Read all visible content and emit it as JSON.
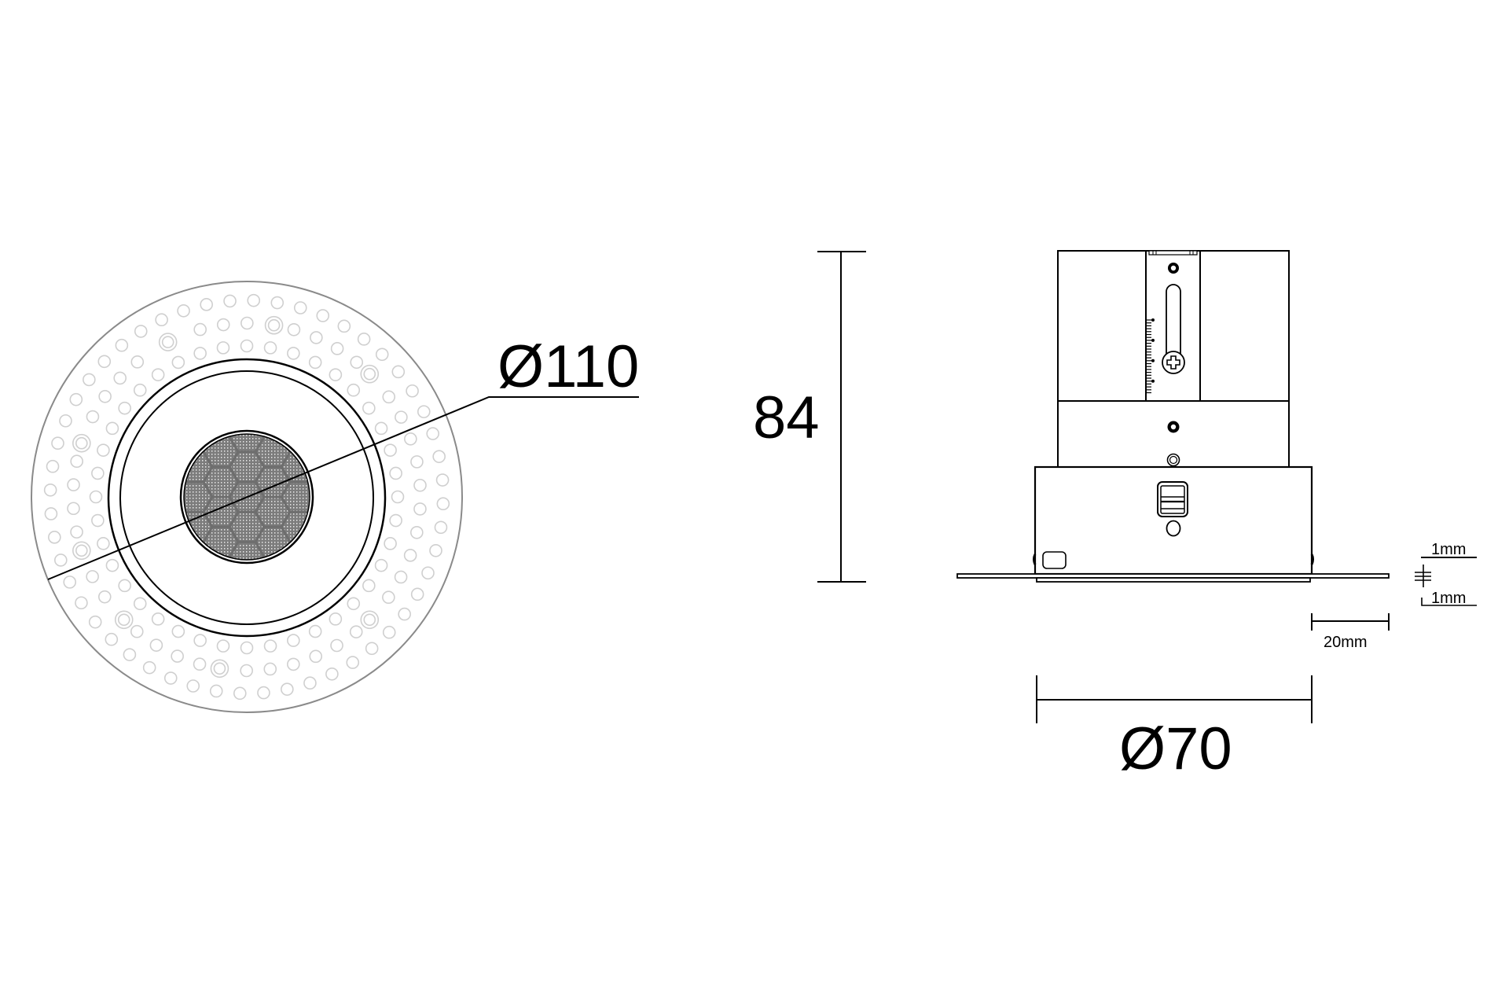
{
  "drawing": {
    "type": "technical dimension drawing",
    "views": [
      "front-view",
      "side-view"
    ],
    "colors": {
      "line": "#000000",
      "outer_rim": "#8a8a8a",
      "perforation": "#cfcfcf",
      "lens_fill": "#7c7c7c",
      "background": "#ffffff"
    }
  },
  "front_view": {
    "diameter_label": "Ø110",
    "perforation_rings": [
      {
        "radius": 192,
        "count": 40,
        "offset_deg": 0
      },
      {
        "radius": 221,
        "count": 46,
        "offset_deg": 4
      },
      {
        "radius": 250,
        "count": 52,
        "offset_deg": 2
      }
    ],
    "double_rings": [
      {
        "angle_deg": -81,
        "radius": 221
      },
      {
        "angle_deg": -45,
        "radius": 221
      },
      {
        "angle_deg": -162,
        "radius": 221
      },
      {
        "angle_deg": 162,
        "radius": 221
      },
      {
        "angle_deg": 45,
        "radius": 221
      },
      {
        "angle_deg": 99,
        "radius": 221
      },
      {
        "angle_deg": -117,
        "radius": 221
      },
      {
        "angle_deg": 135,
        "radius": 221
      }
    ]
  },
  "side_view": {
    "height_label": "84",
    "width_label": "Ø70",
    "flange_overhang_label": "20mm",
    "flange_top_label": "1mm",
    "flange_bottom_label": "1mm"
  }
}
